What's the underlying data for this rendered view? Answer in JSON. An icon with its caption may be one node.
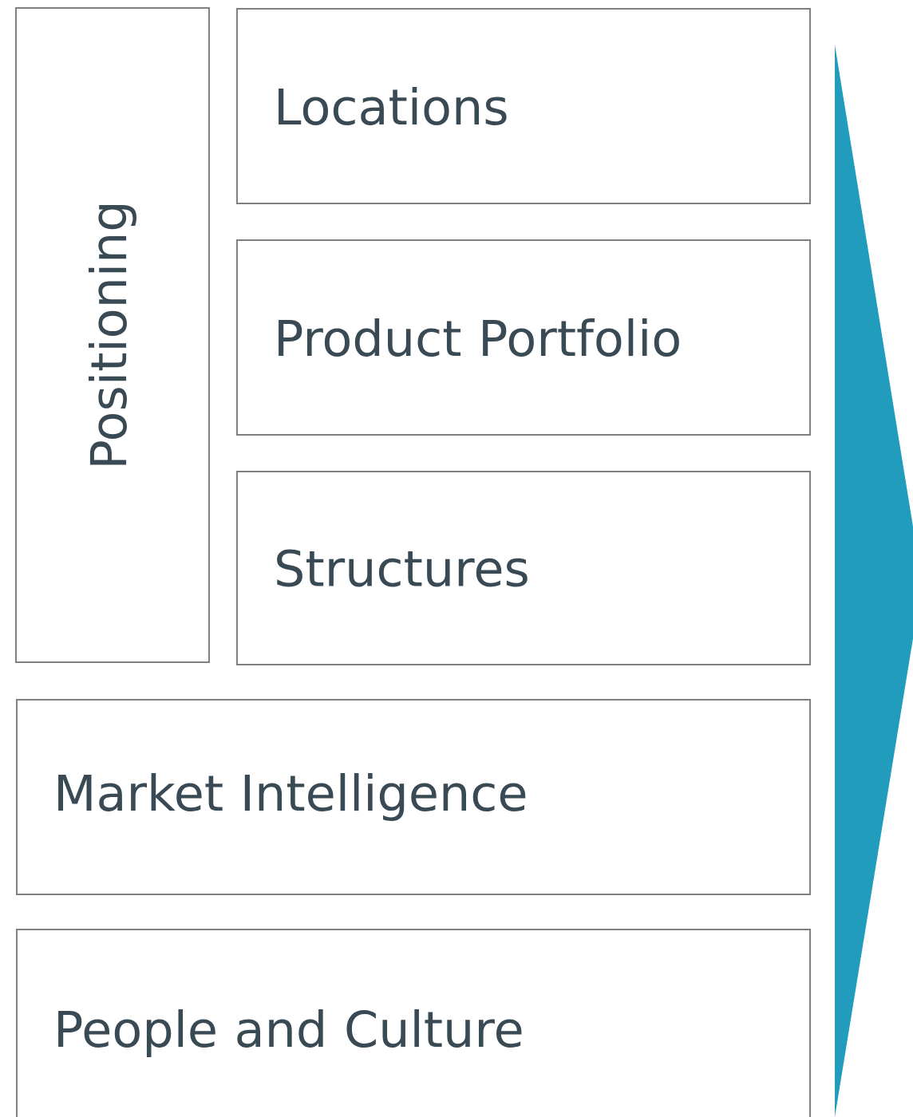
{
  "diagram": {
    "nodes": [
      {
        "text": [
          "Positioning"
        ]
      },
      {
        "text": [
          "Locations"
        ]
      },
      {
        "text": [
          "Product Portfolio"
        ]
      },
      {
        "text": [
          "Structures"
        ]
      },
      {
        "text": [
          "Market Intelligence"
        ]
      },
      {
        "text": [
          "People and Culture"
        ]
      }
    ]
  }
}
